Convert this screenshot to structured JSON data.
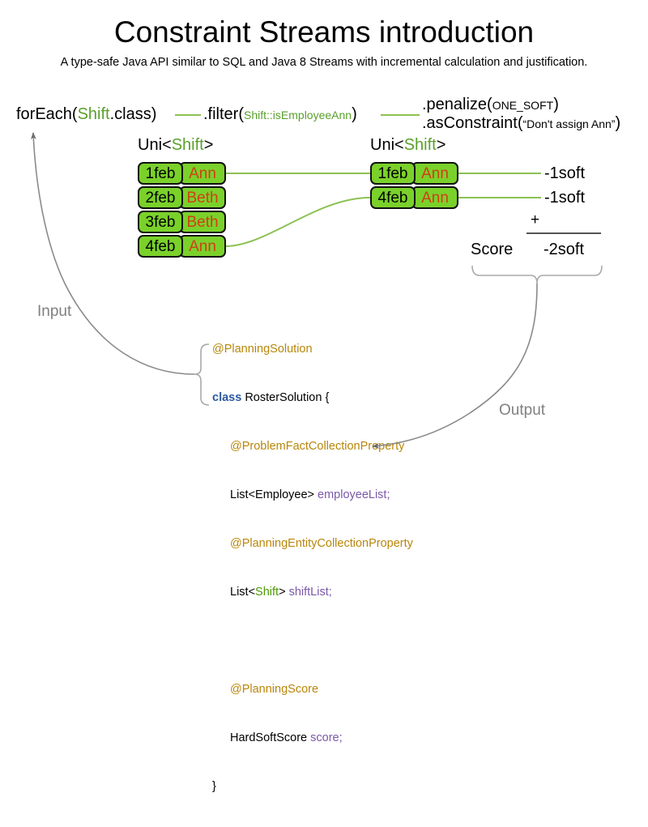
{
  "header": {
    "title": "Constraint Streams introduction",
    "subtitle": "A type-safe Java API similar to SQL and Java 8 Streams with incremental calculation and justification."
  },
  "pipeline": {
    "foreach": {
      "prefix": "forEach(",
      "type": "Shift",
      "suffix": ".class)"
    },
    "filter": {
      "prefix": ".filter(",
      "arg": "Shift::isEmployeeAnn",
      "suffix": ")"
    },
    "penalize": {
      "prefix": ".penalize(",
      "arg": "ONE_SOFT",
      "suffix": ")"
    },
    "as_constraint": {
      "prefix": ".asConstraint(",
      "arg": "“Don't assign Ann”",
      "suffix": ")"
    }
  },
  "streams": {
    "left": {
      "label_prefix": "Uni<",
      "label_type": "Shift",
      "label_suffix": ">",
      "rows": [
        {
          "date": "1feb",
          "employee": "Ann"
        },
        {
          "date": "2feb",
          "employee": "Beth"
        },
        {
          "date": "3feb",
          "employee": "Beth"
        },
        {
          "date": "4feb",
          "employee": "Ann"
        }
      ]
    },
    "right": {
      "label_prefix": "Uni<",
      "label_type": "Shift",
      "label_suffix": ">",
      "rows": [
        {
          "date": "1feb",
          "employee": "Ann"
        },
        {
          "date": "4feb",
          "employee": "Ann"
        }
      ]
    }
  },
  "score": {
    "penalties": [
      "-1soft",
      "-1soft"
    ],
    "operator": "+",
    "label": "Score",
    "total": "-2soft"
  },
  "flow": {
    "input_label": "Input",
    "output_label": "Output"
  },
  "code": {
    "lines": [
      {
        "text": "@PlanningSolution",
        "kind": "annotation",
        "indent": 0
      },
      {
        "text": "class RosterSolution {",
        "kind": "class-decl",
        "indent": 0
      },
      {
        "text": "@ProblemFactCollectionProperty",
        "kind": "annotation",
        "indent": 1
      },
      {
        "text": "List<Employee> employeeList;",
        "kind": "field",
        "indent": 1
      },
      {
        "text": "@PlanningEntityCollectionProperty",
        "kind": "annotation",
        "indent": 1
      },
      {
        "text": "List<Shift> shiftList;",
        "kind": "field",
        "indent": 1
      },
      {
        "text": "",
        "kind": "blank",
        "indent": 0
      },
      {
        "text": "@PlanningScore",
        "kind": "annotation",
        "indent": 1
      },
      {
        "text": "HardSoftScore score;",
        "kind": "field",
        "indent": 1
      },
      {
        "text": "}",
        "kind": "brace",
        "indent": 0
      }
    ],
    "tokens": {
      "planning_solution": "@PlanningSolution",
      "keyword_class": "class",
      "class_name": " RosterSolution {",
      "problem_fact": "@ProblemFactCollectionProperty",
      "list_employee": "List<Employee> ",
      "employee_list": "employeeList;",
      "planning_entity": "@PlanningEntityCollectionProperty",
      "list_open": "List<",
      "shift_type": "Shift",
      "list_close": "> ",
      "shift_list": "shiftList;",
      "planning_score": "@PlanningScore",
      "hard_soft_score": "HardSoftScore ",
      "score_field": "score;",
      "closing_brace": "}"
    }
  },
  "colors": {
    "fact_fill": "#7ad12a",
    "fact_border": "#111111",
    "employee_text": "#d03f16",
    "stream_line": "#8cc152",
    "annotation": "#b8860b",
    "keyword": "#2c5aa0",
    "field": "#7b58a8",
    "generic_type": "#4e9a06",
    "flow_gray": "#808080"
  }
}
